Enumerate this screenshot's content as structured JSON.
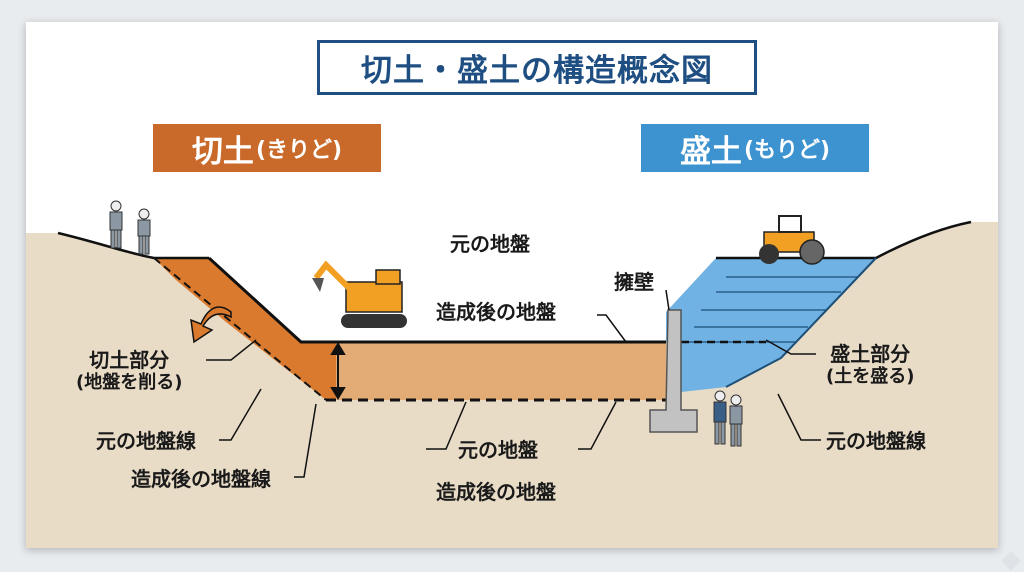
{
  "title": "切土・盛土の構造概念図",
  "badges": {
    "cut": {
      "main": "切土",
      "sub": "(きりど)",
      "color": "#c9692a"
    },
    "fill": {
      "main": "盛土",
      "sub": "(もりど)",
      "color": "#3d93cf"
    }
  },
  "labels": {
    "original_ground_top": "元の地盤",
    "finished_ground_top": "造成後の地盤",
    "retaining_wall": "擁壁",
    "cut_part": "切土部分",
    "cut_part_note": "(地盤を削る)",
    "fill_part": "盛土部分",
    "fill_part_note": "(土を盛る)",
    "original_ground_line_left": "元の地盤線",
    "original_ground_line_right": "元の地盤線",
    "finished_ground_line": "造成後の地盤線",
    "original_ground_bottom": "元の地盤",
    "finished_ground_bottom": "造成後の地盤"
  },
  "colors": {
    "ground": "#e9dcc7",
    "cut": "#d97a2e",
    "finished": "#e3ac77",
    "fill": "#6fb2e3",
    "wall": "#c2c2c2"
  }
}
